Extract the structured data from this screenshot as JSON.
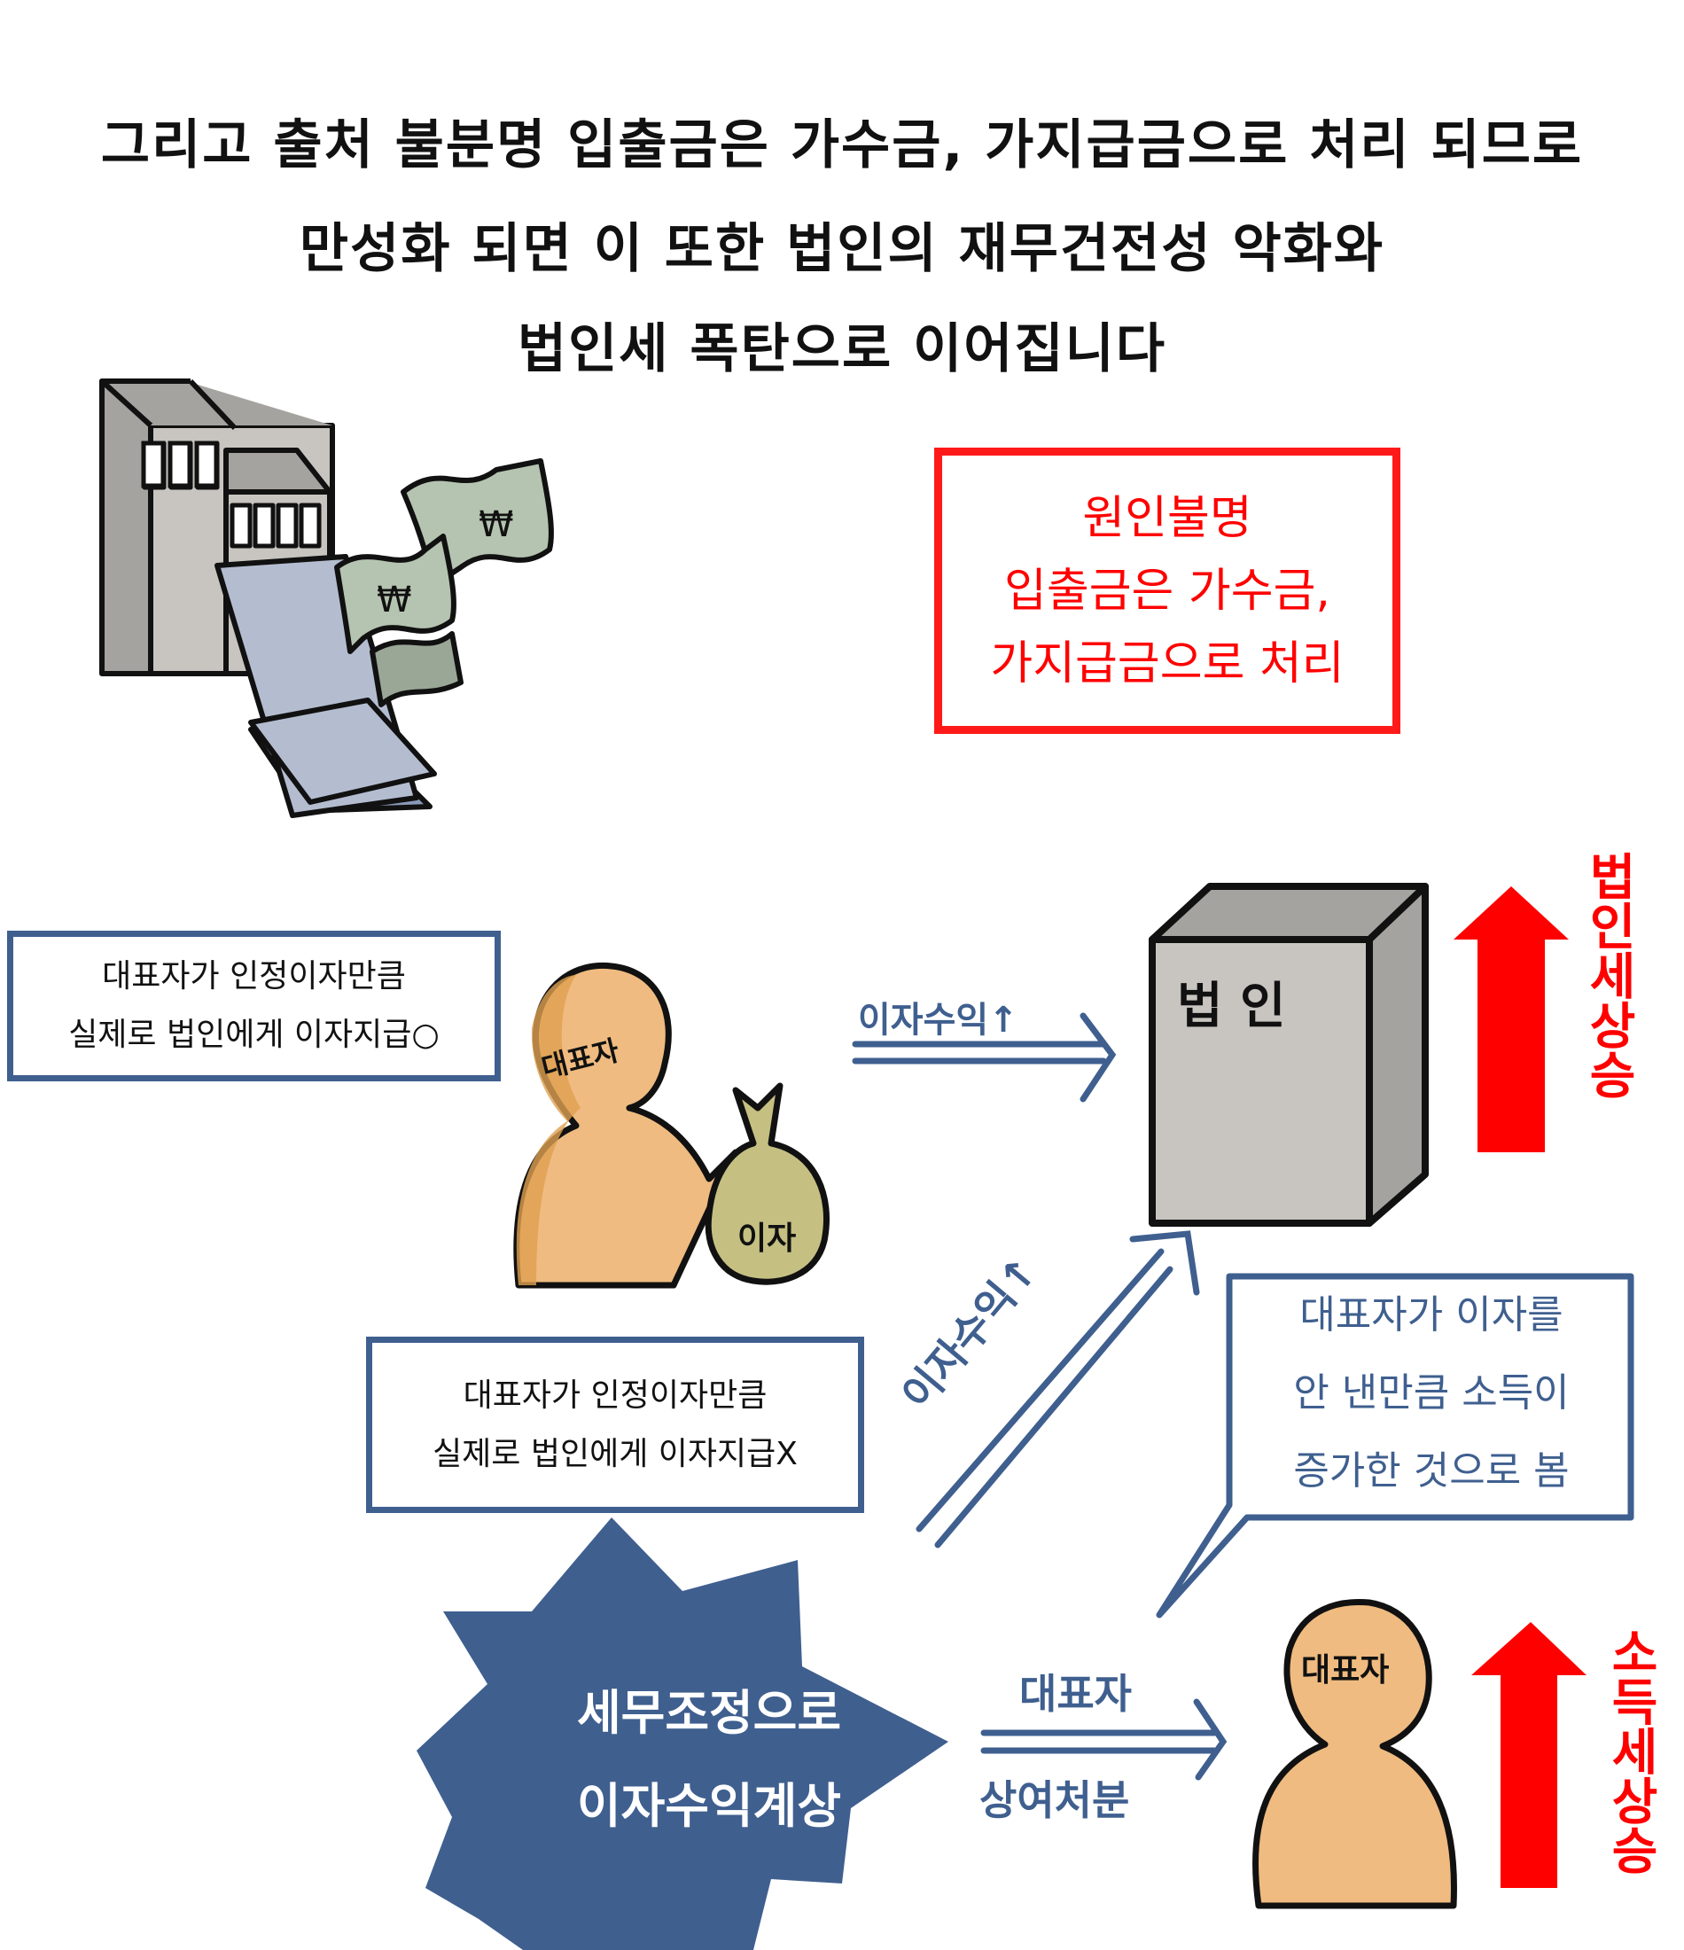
{
  "headline": {
    "line1": "그리고 출처 불분명 입출금은 가수금, 가지급금으로 처리 되므로",
    "line2": "만성화 되면 이 또한 법인의 재무건전성 악화와",
    "line3": "법인세 폭탄으로 이어집니다"
  },
  "red_box": {
    "line1": "원인불명",
    "line2": "입출금은 가수금,",
    "line3": "가지급금으로 처리"
  },
  "money_illustration": {
    "currency_symbol": "₩"
  },
  "scenario_paid": {
    "box_line1": "대표자가 인정이자만큼",
    "box_line2": "실제로 법인에게 이자지급○",
    "person_label": "대표자",
    "bag_label": "이자",
    "arrow_label": "이자수익↑"
  },
  "corporation": {
    "label": "법 인",
    "tax_label": "법인세상승"
  },
  "scenario_unpaid": {
    "box_line1": "대표자가 인정이자만큼",
    "box_line2": "실제로 법인에게 이자지급X",
    "diagonal_arrow_label": "이자수익↑"
  },
  "speech_bubble": {
    "line1": "대표자가 이자를",
    "line2": "안 낸만큼 소득이",
    "line3": "증가한 것으로 봄"
  },
  "burst": {
    "line1": "세무조정으로",
    "line2": "이자수익계상"
  },
  "bonus_arrow": {
    "label_top": "대표자",
    "label_bottom": "상여처분"
  },
  "representative": {
    "label": "대표자",
    "tax_label": "소득세상승"
  },
  "colors": {
    "accent_red": "#ff0000",
    "accent_blue": "#3f5f8f",
    "skin": "#efbb80",
    "skin_shadow": "#dea050",
    "building_gray": "#c8c5c0",
    "building_dark": "#a5a39f",
    "money_green": "#b5c4b0",
    "doc_blue": "#b4bdd0",
    "bag_olive": "#c5c082"
  }
}
